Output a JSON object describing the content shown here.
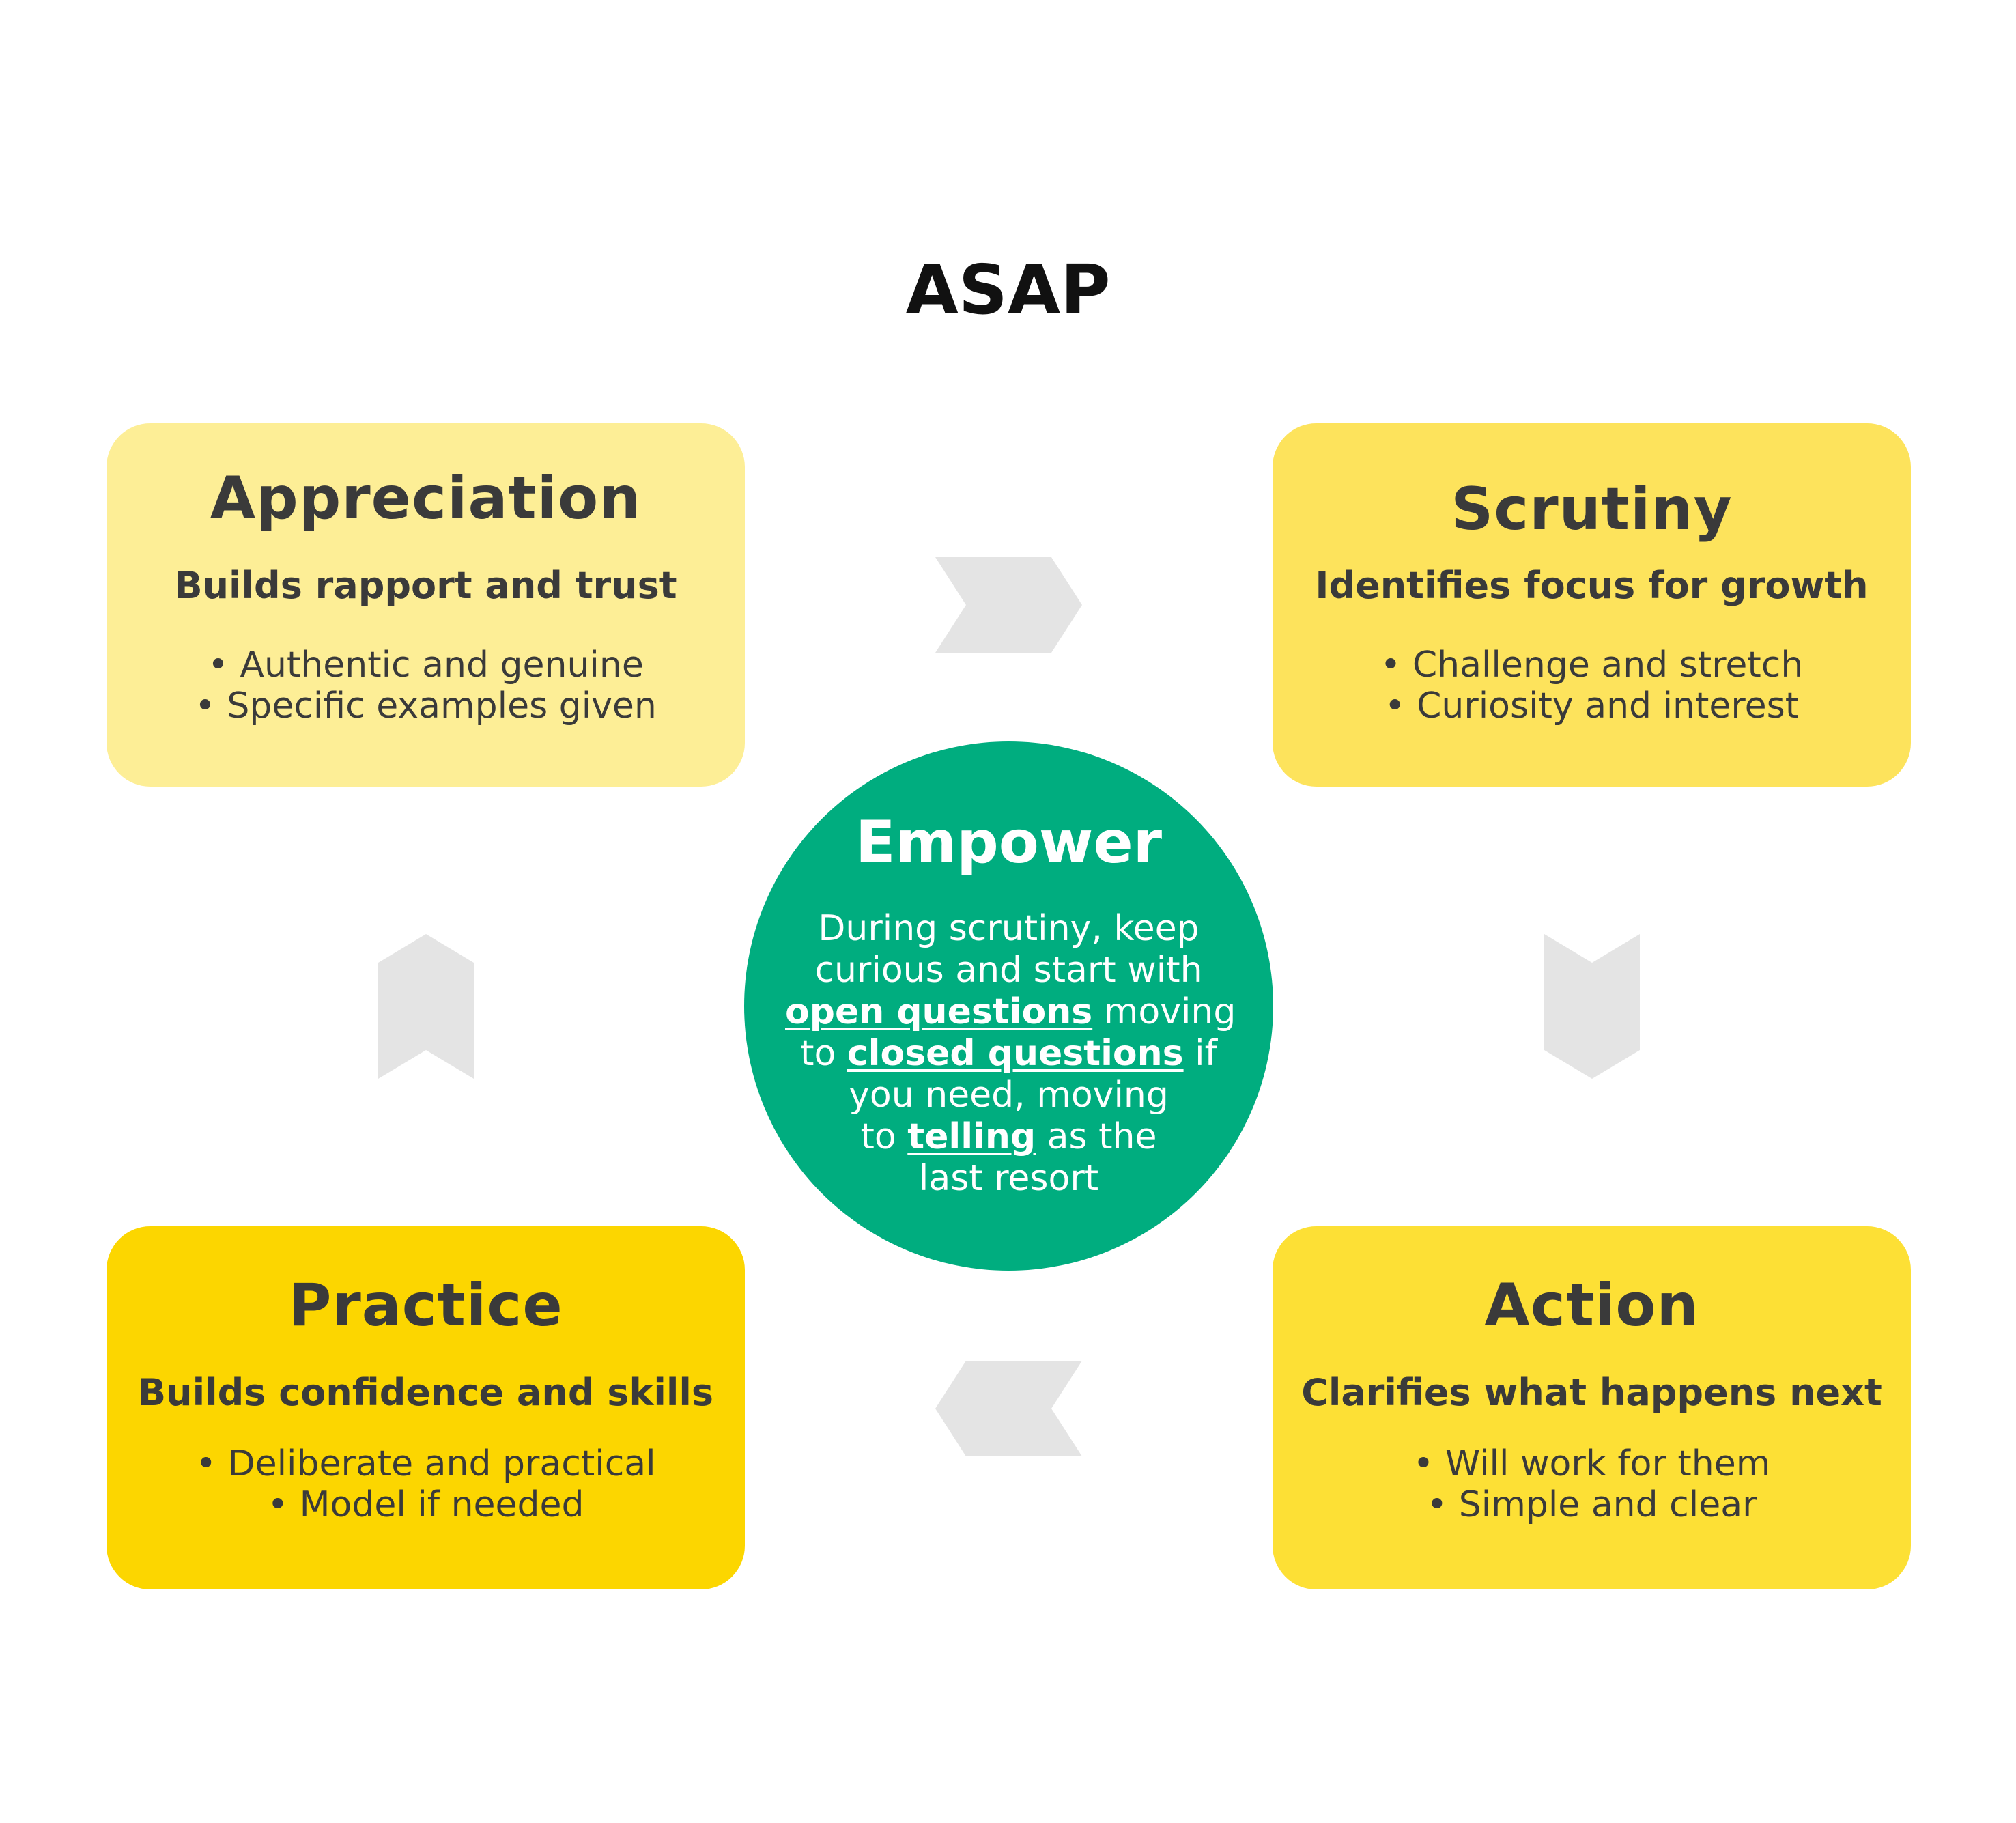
{
  "title": "ASAP",
  "colors": {
    "appreciation": "#fdee96",
    "scrutiny": "#fde35c",
    "practice": "#fcd600",
    "action": "#fde035",
    "empower": "#00ad7f",
    "arrow": "#e4e4e4",
    "text": "#3a3a3a"
  },
  "cards": {
    "appreciation": {
      "title": "Appreciation",
      "subtitle": "Builds rapport and trust",
      "points": [
        "Authentic and genuine",
        "Specific examples given"
      ]
    },
    "scrutiny": {
      "title": "Scrutiny",
      "subtitle": "Identifies focus for growth",
      "points": [
        "Challenge and stretch",
        "Curiosity and interest"
      ]
    },
    "practice": {
      "title": "Practice",
      "subtitle": "Builds confidence and skills",
      "points": [
        "Deliberate and practical",
        "Model if needed"
      ]
    },
    "action": {
      "title": "Action",
      "subtitle": "Clarifies what happens next",
      "points": [
        "Will work for them",
        "Simple and clear"
      ]
    }
  },
  "empower": {
    "title": "Empower",
    "line1": "During scrutiny, keep",
    "line2": "curious and start with",
    "open_questions": "open questions",
    "moving": "moving",
    "to": "to",
    "closed_questions": "closed questions",
    "if": "if",
    "line5": "you need, moving",
    "to2": "to",
    "telling": "telling",
    "as_the": "as the",
    "line7": "last resort"
  },
  "arrows": [
    {
      "name": "arrow-right-icon",
      "direction": "right"
    },
    {
      "name": "arrow-down-icon",
      "direction": "down"
    },
    {
      "name": "arrow-left-icon",
      "direction": "left"
    },
    {
      "name": "arrow-up-icon",
      "direction": "up"
    }
  ]
}
